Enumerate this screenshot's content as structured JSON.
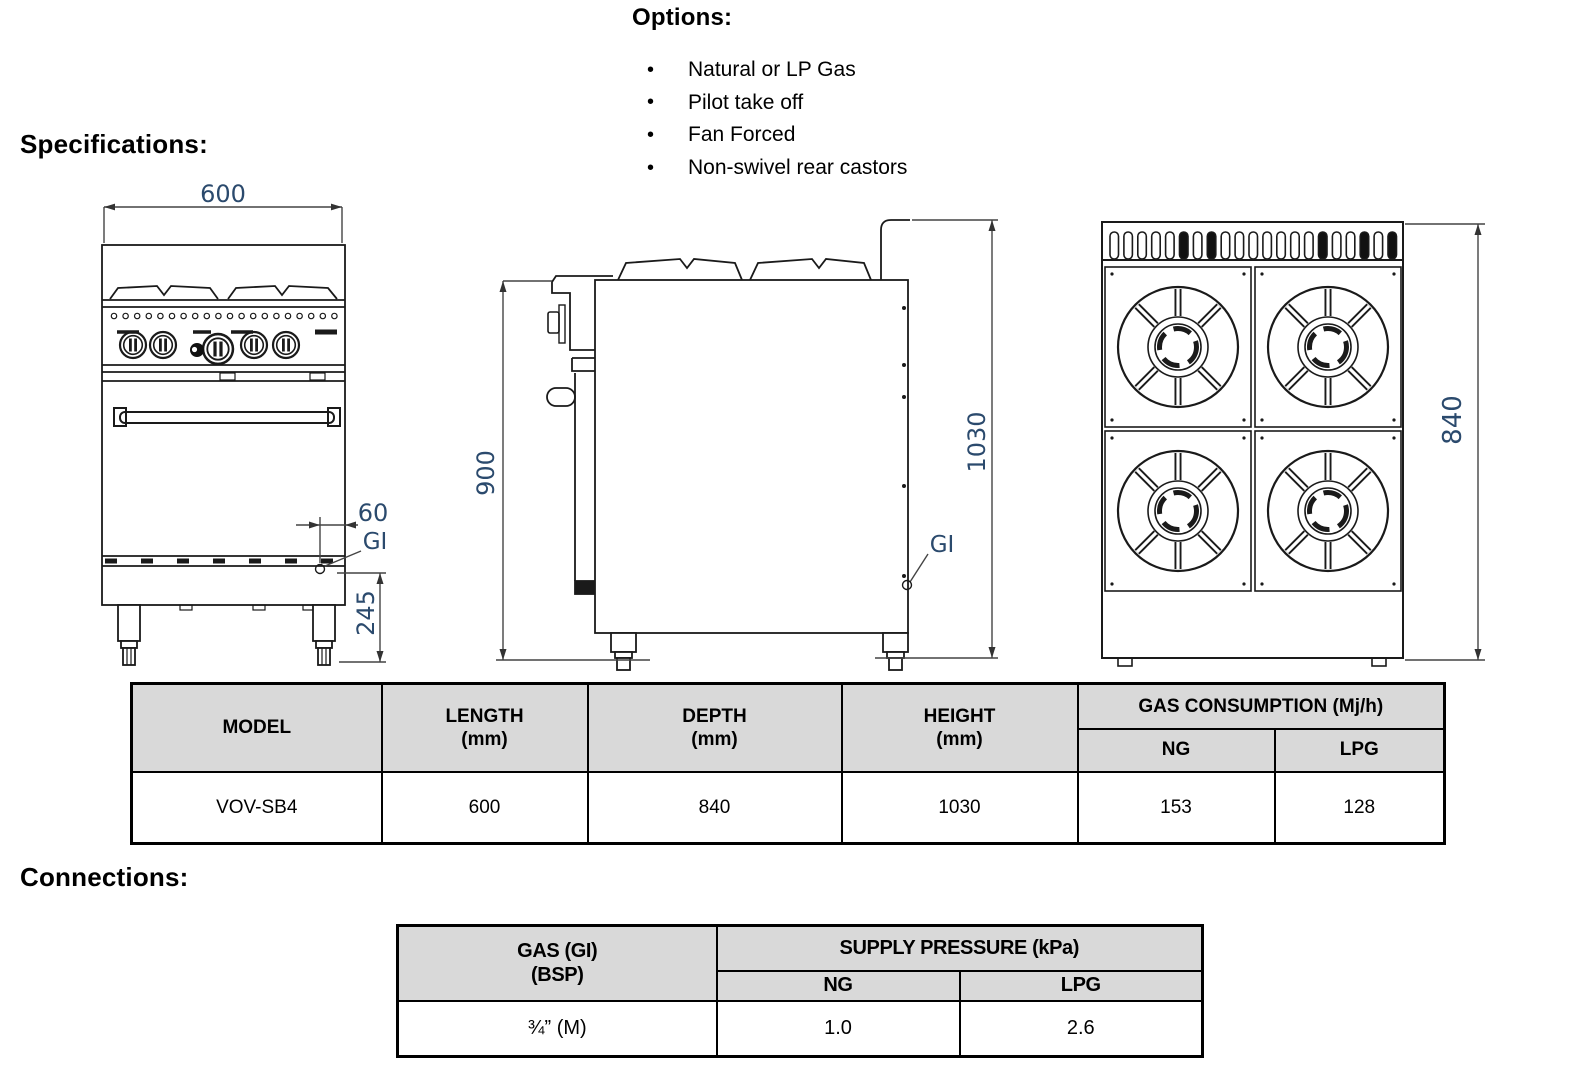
{
  "colors": {
    "dim_text": "#2b4a6d",
    "line": "#1a1a1a",
    "table_header_bg": "#d9d9d9",
    "border": "#000000"
  },
  "options": {
    "heading": "Options:",
    "bullet": "•",
    "items": [
      "Natural or LP Gas",
      "Pilot take off",
      "Fan Forced",
      "Non-swivel rear castors"
    ]
  },
  "specifications_heading": "Specifications:",
  "connections_heading": "Connections:",
  "drawings": {
    "front": {
      "width_mm": "600",
      "inlet_offset_mm": "60",
      "inlet_label": "GI",
      "base_height_mm": "245"
    },
    "side": {
      "front_height_mm": "900",
      "overall_height_mm": "1030",
      "inlet_label": "GI"
    },
    "top": {
      "depth_mm": "840"
    }
  },
  "spec_table": {
    "headers": {
      "model": "MODEL",
      "length": "LENGTH",
      "length_unit": "(mm)",
      "depth": "DEPTH",
      "depth_unit": "(mm)",
      "height": "HEIGHT",
      "height_unit": "(mm)",
      "gas_consumption": "GAS CONSUMPTION (Mj/h)",
      "ng": "NG",
      "lpg": "LPG"
    },
    "row": {
      "model": "VOV-SB4",
      "length": "600",
      "depth": "840",
      "height": "1030",
      "ng": "153",
      "lpg": "128"
    }
  },
  "connections_table": {
    "headers": {
      "gas": "GAS (GI)",
      "gas_sub": "(BSP)",
      "supply_pressure": "SUPPLY PRESSURE (kPa)",
      "ng": "NG",
      "lpg": "LPG"
    },
    "row": {
      "gas_size": "¾” (M)",
      "ng": "1.0",
      "lpg": "2.6"
    }
  }
}
